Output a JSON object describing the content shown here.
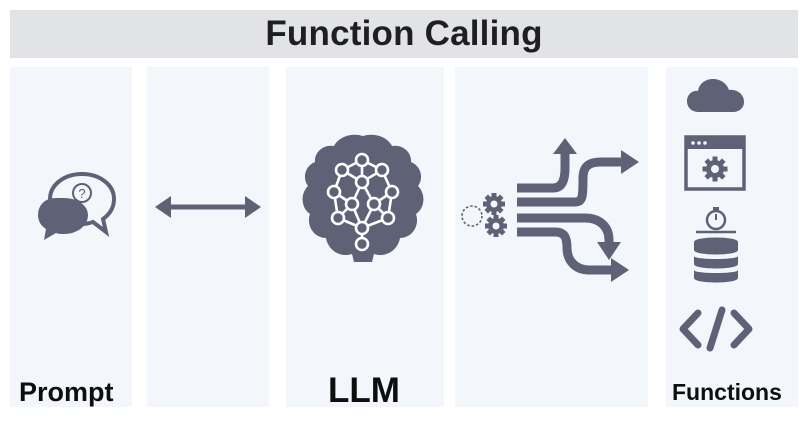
{
  "title": "Function Calling",
  "labels": {
    "prompt": "Prompt",
    "llm": "LLM",
    "functions": "Functions"
  },
  "colors": {
    "title_bg": "#e2e3e6",
    "panel_bg": "#f3f6fb",
    "icon": "#5f6277",
    "text": "#0e0e0e"
  },
  "icons": [
    "chat-bubbles-icon",
    "double-arrow-icon",
    "brain-network-icon",
    "gears-icon",
    "split-arrows-icon",
    "cloud-icon",
    "browser-settings-icon",
    "database-timer-icon",
    "code-icon"
  ]
}
